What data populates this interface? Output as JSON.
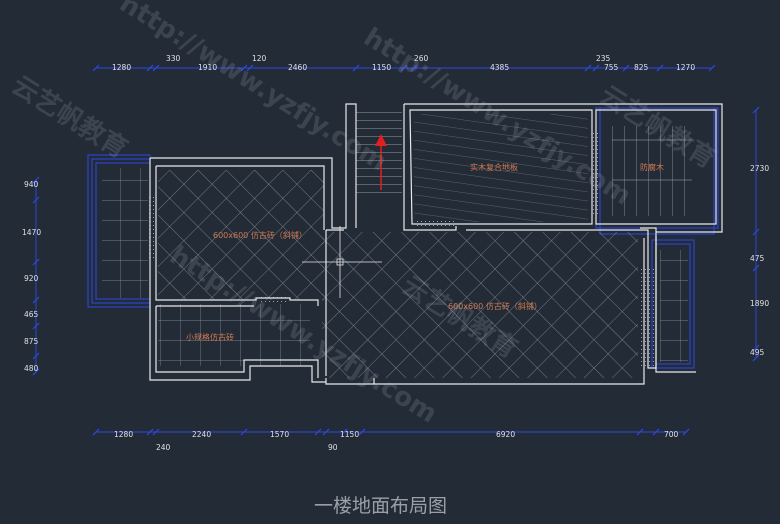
{
  "title": "一楼地面布局图",
  "dims": {
    "top1": [
      "1280",
      "330",
      "1910",
      "120",
      "2460",
      "1150",
      "260",
      "4385",
      "235",
      "755",
      "825",
      "1270"
    ],
    "bottom": [
      "1280",
      "240",
      "2240",
      "1570",
      "90",
      "1150",
      "6920",
      "700"
    ],
    "left": [
      "940",
      "1470",
      "920",
      "465",
      "875",
      "480"
    ],
    "right": [
      "2730",
      "475",
      "1890",
      "495"
    ]
  },
  "rooms": {
    "tile_left": "600x600 仿古砖（斜铺）",
    "tile_main": "600x600 仿古砖（斜铺）",
    "small_tile": "小规格仿古砖",
    "wood_floor": "实木复合地板",
    "deck": "防腐木"
  },
  "watermarks": [
    "云艺帆教育",
    "http://www.yzfjy.com"
  ],
  "colors": {
    "background": "#232b36",
    "dimension": "#2e48e6",
    "wall": "#e8e8e8",
    "label": "#d07a52",
    "arrow": "#e02020"
  }
}
